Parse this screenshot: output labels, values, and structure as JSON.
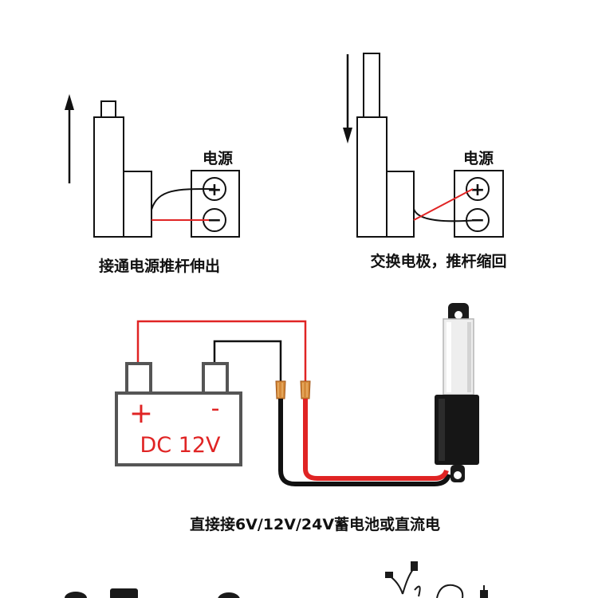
{
  "diagram_extend": {
    "power_label": "电源",
    "plus_symbol": "+",
    "minus_symbol": "−",
    "caption": "接通电源推杆伸出"
  },
  "diagram_retract": {
    "power_label": "电源",
    "plus_symbol": "+",
    "minus_symbol": "−",
    "caption": "交换电极，推杆缩回"
  },
  "battery": {
    "plus_symbol": "+",
    "minus_symbol": "-",
    "voltage_label": "DC 12V"
  },
  "wiring_caption": "直接接6V/12V/24V蓄电池或直流电",
  "colors": {
    "red_wire": "#e02424",
    "black_wire": "#111111",
    "outline": "#111111",
    "battery_outline": "#555555"
  }
}
